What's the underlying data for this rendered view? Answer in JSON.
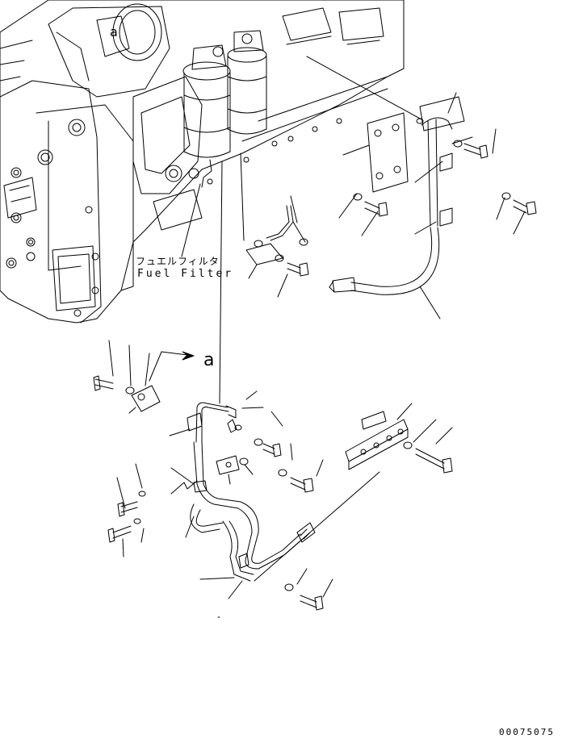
{
  "diagram": {
    "label_fuel_filter_ja": "フュエルフィルタ",
    "label_fuel_filter_en": "Fuel Filter",
    "view_arrow_label": "a",
    "view_detail_label": "a",
    "drawing_code": "00075075",
    "colors": {
      "line": "#000000",
      "background": "#ffffff"
    }
  }
}
